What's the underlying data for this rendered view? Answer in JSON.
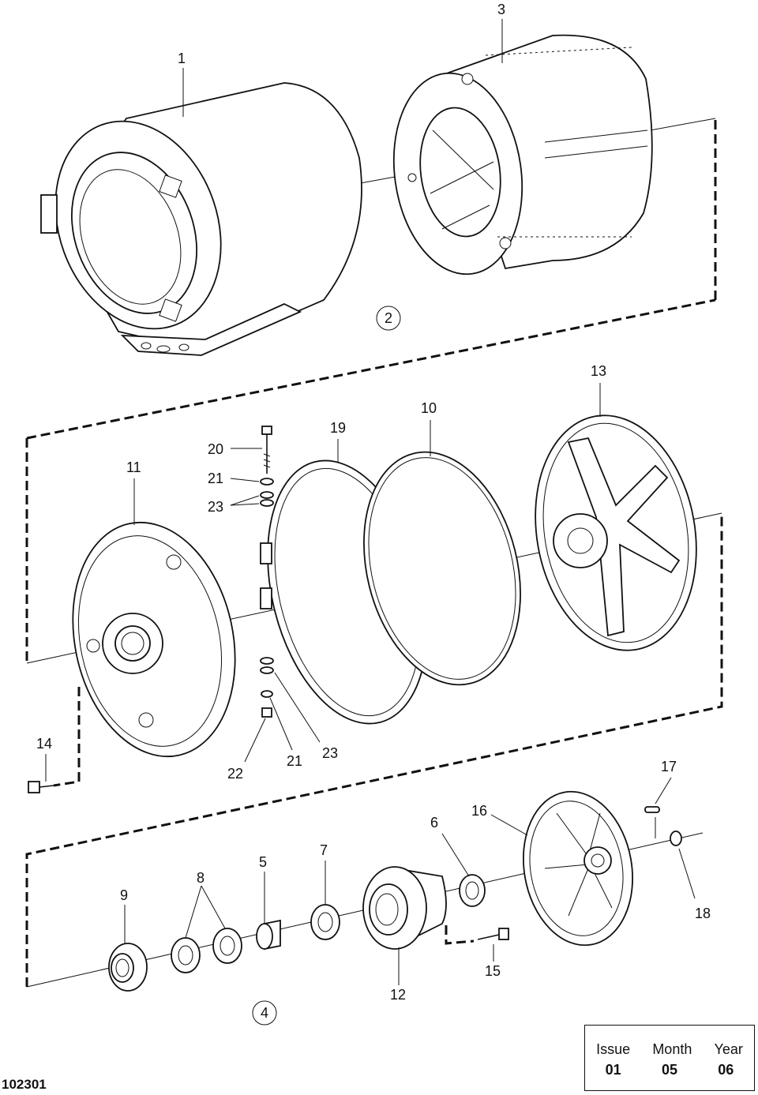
{
  "callouts": {
    "p1": "1",
    "p3": "3",
    "p13": "13",
    "p10": "10",
    "p19": "19",
    "p20": "20",
    "p21a": "21",
    "p23a": "23",
    "p11": "11",
    "p14": "14",
    "p22": "22",
    "p21b": "21",
    "p23b": "23",
    "p17": "17",
    "p16": "16",
    "p6": "6",
    "p7": "7",
    "p5": "5",
    "p8": "8",
    "p9": "9",
    "p18": "18",
    "p15": "15",
    "p12": "12"
  },
  "views": {
    "view2": "2",
    "view4": "4"
  },
  "info_box": {
    "headers": [
      "Issue",
      "Month",
      "Year"
    ],
    "values": [
      "01",
      "05",
      "06"
    ]
  },
  "reference_number": "102301"
}
